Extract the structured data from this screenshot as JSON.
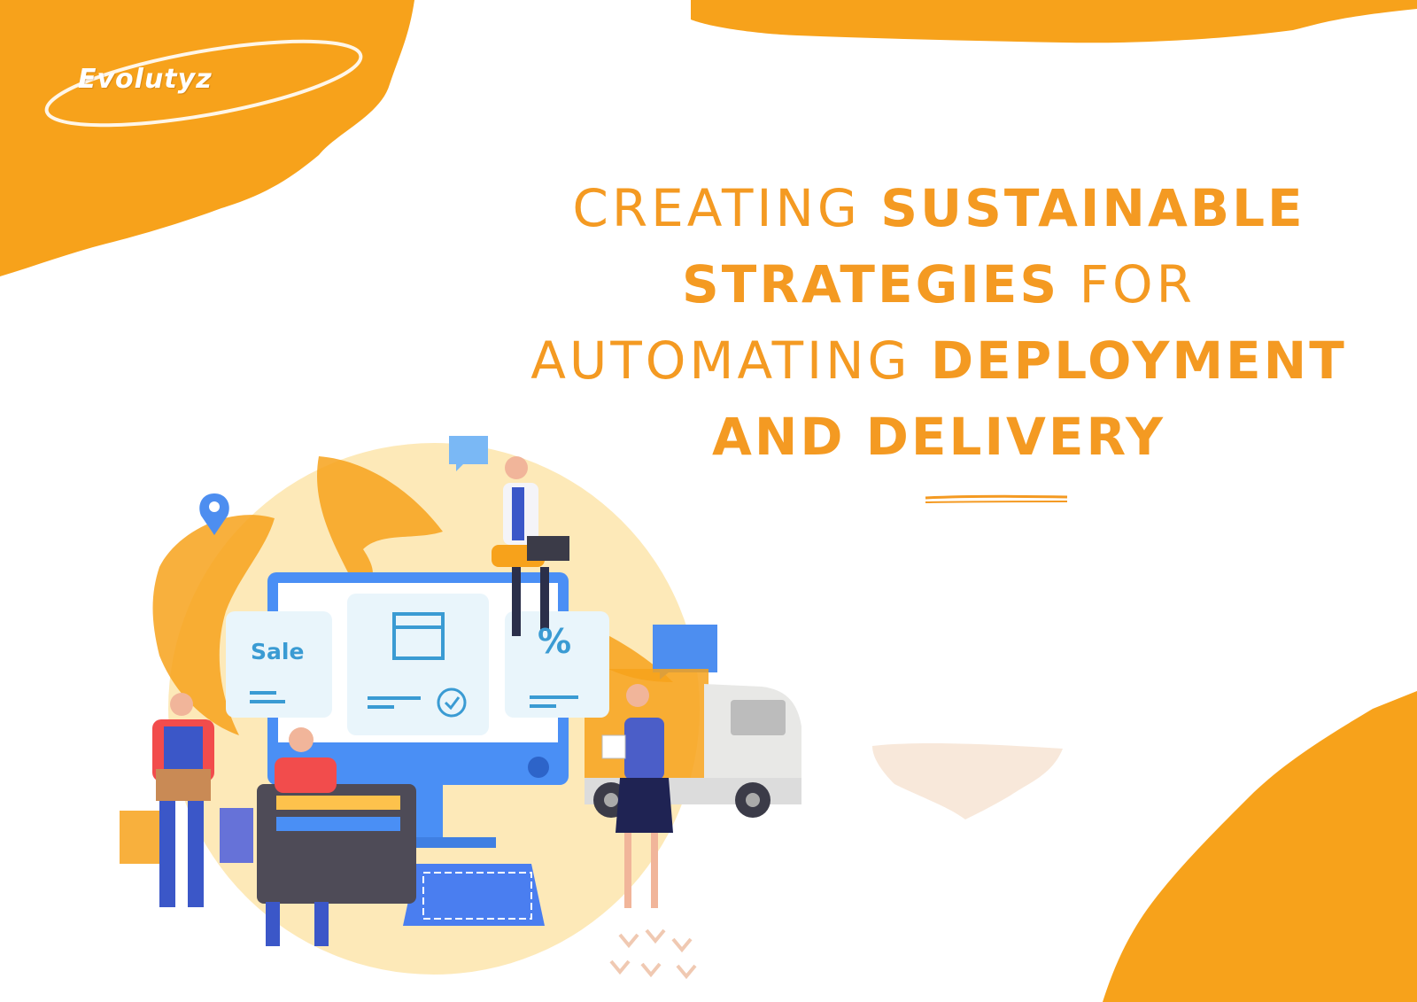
{
  "brand": {
    "logo_text": "Evolutyz"
  },
  "headline": {
    "lines": [
      [
        {
          "text": "CREATING",
          "weight": "light"
        },
        {
          "text": "SUSTAINABLE",
          "weight": "bold"
        }
      ],
      [
        {
          "text": "STRATEGIES",
          "weight": "bold"
        },
        {
          "text": "FOR",
          "weight": "light"
        }
      ],
      [
        {
          "text": "AUTOMATING",
          "weight": "light"
        },
        {
          "text": "DEPLOYMENT",
          "weight": "bold"
        }
      ],
      [
        {
          "text": "AND DELIVERY",
          "weight": "bold"
        }
      ]
    ]
  },
  "illustration": {
    "sale_card_label": "Sale",
    "percent_card_label": "%"
  },
  "colors": {
    "accent_orange": "#f7a21b",
    "headline_orange": "#f49a22",
    "globe_yellow": "#fbd98a",
    "monitor_blue": "#4a8ff5",
    "card_blue_text": "#3a9bd3"
  },
  "icons": [
    "location-pin-icon",
    "chat-bubble-icon",
    "window-frame-icon",
    "check-circle-icon",
    "delivery-truck-icon",
    "credit-card-icon",
    "keyboard-icon",
    "shopping-bag-icon"
  ]
}
